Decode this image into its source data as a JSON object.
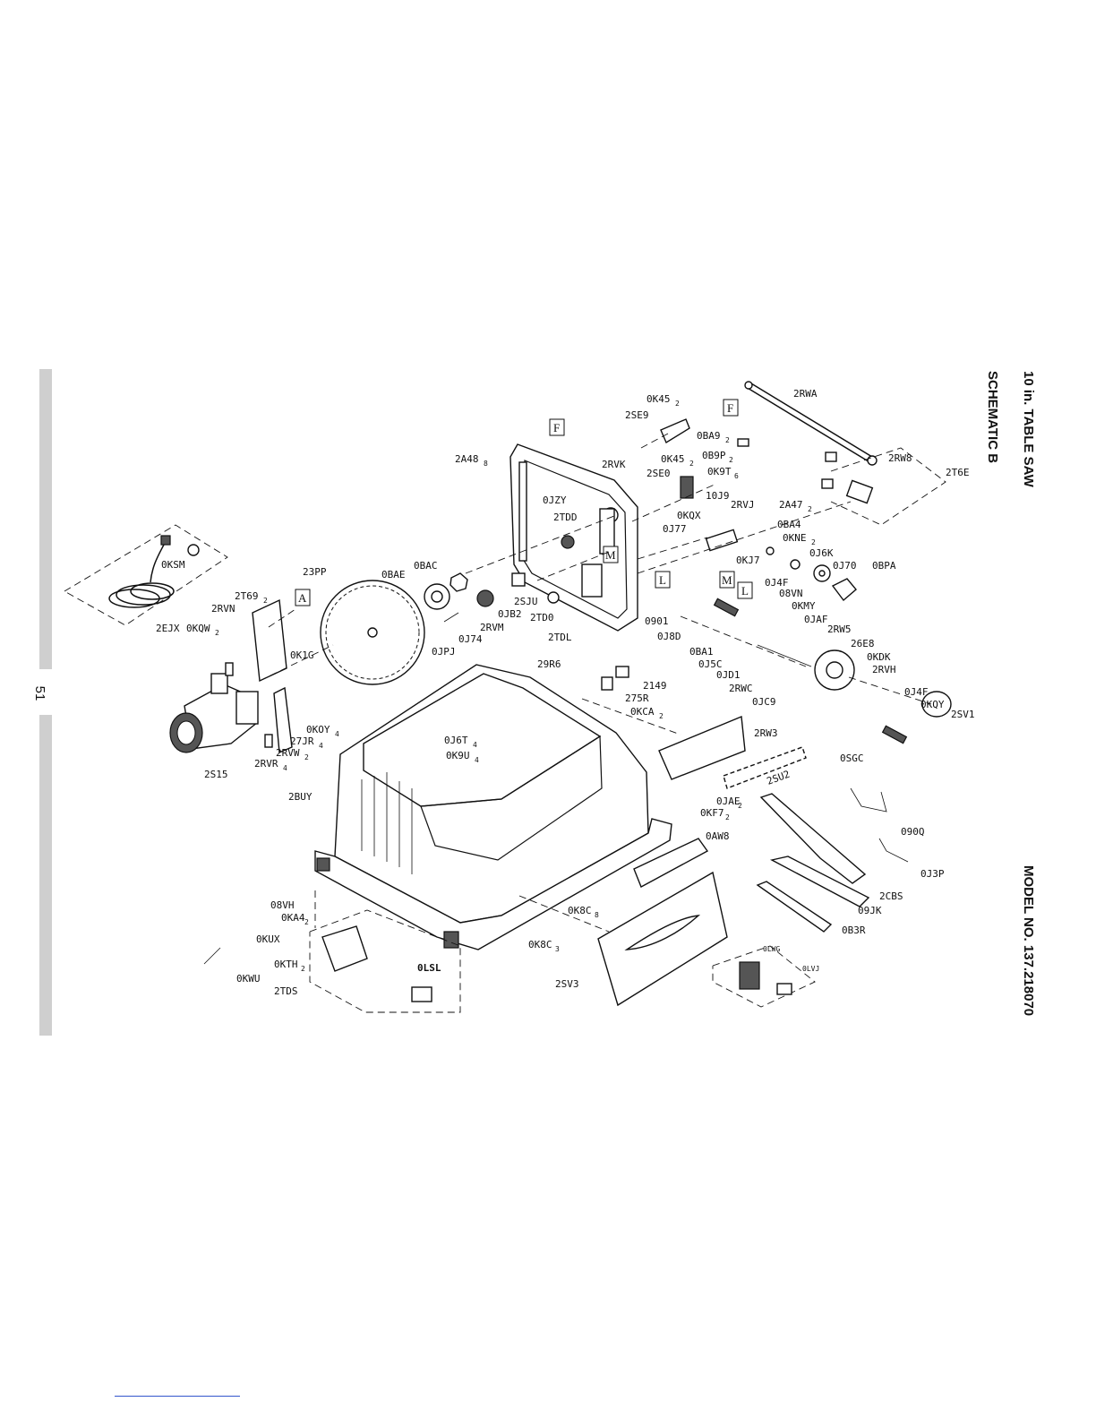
{
  "header": {
    "title": "10 in. TABLE SAW",
    "subtitle": "SCHEMATIC B",
    "model": "MODEL NO. 137.218070",
    "page_number": "51"
  },
  "reference_tags": [
    "F",
    "F",
    "M",
    "M",
    "L",
    "L",
    "A"
  ],
  "part_labels": {
    "p2RWA": "2RWA",
    "p0K45a": "0K45",
    "p2SE9": "2SE9",
    "p0BA9": "0BA9",
    "p0B9P": "0B9P",
    "p0K45b": "0K45",
    "p2SE0": "2SE0",
    "p0K9T": "0K9T",
    "p2RW8": "2RW8",
    "p2T6E": "2T6E",
    "p2A48": "2A48",
    "p2RVK": "2RVK",
    "p0JZY": "0JZY",
    "p2TDD": "2TDD",
    "p10J9": "10J9",
    "p0KQX": "0KQX",
    "p0J77": "0J77",
    "p2RVJ": "2RVJ",
    "p2A47": "2A47",
    "p0BA4": "0BA4",
    "p0KNE": "0KNE",
    "p0J6K": "0J6K",
    "p0J70": "0J70",
    "p0BPA": "0BPA",
    "p0KJ7": "0KJ7",
    "p0J4Fa": "0J4F",
    "p08VN": "08VN",
    "p0KMY": "0KMY",
    "p0JAF": "0JAF",
    "p2RW5": "2RW5",
    "p26E8": "26E8",
    "p0KDK": "0KDK",
    "p2RVH": "2RVH",
    "p0KSM": "0KSM",
    "p23PP": "23PP",
    "p0BAE": "0BAE",
    "p0BAC": "0BAC",
    "p2SJU": "2SJU",
    "p0JB2": "0JB2",
    "p2RVM": "2RVM",
    "p2TD0": "2TD0",
    "p2TDL": "2TDL",
    "p0901": "0901",
    "p0J8D": "0J8D",
    "p0BA1": "0BA1",
    "p0J5C": "0J5C",
    "p0JD1": "0JD1",
    "p2RWC": "2RWC",
    "p0JC9": "0JC9",
    "p2T69": "2T69",
    "p2RVN": "2RVN",
    "p2EJX": "2EJX",
    "p0KQW": "0KQW",
    "p0K1G": "0K1G",
    "p0JPJ": "0JPJ",
    "p0J74": "0J74",
    "p29R6": "29R6",
    "p2149": "2149",
    "p275R": "275R",
    "p0KCA": "0KCA",
    "p0J4Fb": "0J4F",
    "p0KQY": "0KQY",
    "p2SV1": "2SV1",
    "p0KOY": "0KOY",
    "p27JR": "27JR",
    "p2RVW": "2RVW",
    "p2RVR": "2RVR",
    "p2S15": "2S15",
    "p0J6T": "0J6T",
    "p0K9U": "0K9U",
    "p2RW3": "2RW3",
    "p0SGC": "0SGC",
    "p2SU2": "2SU2",
    "p2BUY": "2BUY",
    "p0JAE": "0JAE",
    "p0KF7": "0KF7",
    "p090Q": "090Q",
    "p0AW8": "0AW8",
    "p0J3P": "0J3P",
    "p2CBS": "2CBS",
    "p08VH": "08VH",
    "p0KA4": "0KA4",
    "p0K8Ca": "0K8C",
    "p09JK": "09JK",
    "p0KUX": "0KUX",
    "p0B3R": "0B3R",
    "p0K8Cb": "0K8C",
    "p0KWU": "0KWU",
    "p0KTH": "0KTH",
    "p0LSL": "0LSL",
    "p0LWG": "0LWG",
    "p0LVJ": "0LVJ",
    "p2TDS": "2TDS",
    "p2SV3": "2SV3"
  },
  "quantity_subscripts": {
    "q0K45a": "2",
    "q0BA9": "2",
    "q0B9P": "2",
    "q0K45b": "2",
    "q0K9T": "6",
    "q2A48": "8",
    "q2A47": "2",
    "q0KNE": "2",
    "q2T69": "2",
    "q0KQW": "2",
    "q0KCA": "2",
    "q0KOY": "4",
    "q27JR": "4",
    "q2RVW": "2",
    "q2RVR": "4",
    "q0J6T": "4",
    "q0K9U": "4",
    "q0JAE": "2",
    "q0KF7": "2",
    "q0KA4": "2",
    "q0K8Ca": "8",
    "q0K8Cb": "3",
    "q0KTH": "2"
  }
}
